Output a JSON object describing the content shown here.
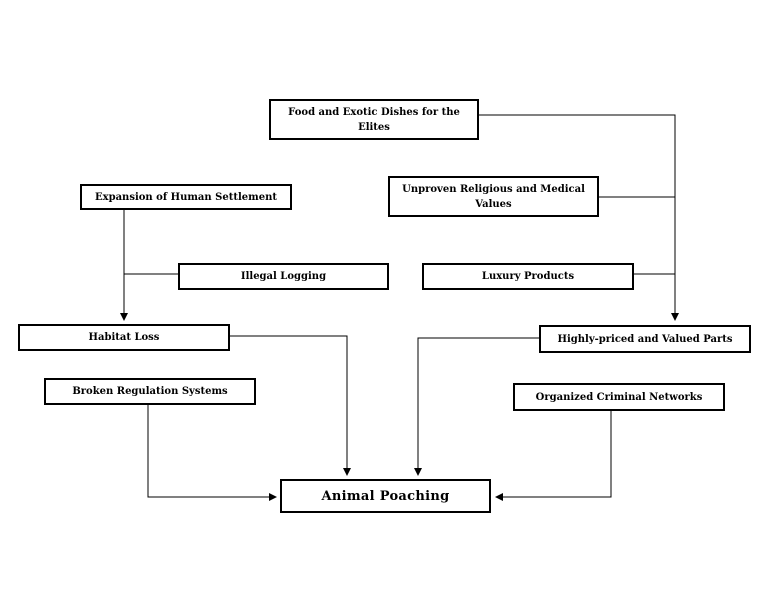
{
  "diagram": {
    "nodes": {
      "food_exotic": "Food and Exotic Dishes for the Elites",
      "expansion": "Expansion of Human Settlement",
      "unproven": "Unproven Religious and Medical Values",
      "illegal_logging": "Illegal Logging",
      "luxury": "Luxury Products",
      "habitat_loss": "Habitat Loss",
      "highly_priced": "Highly-priced and Valued Parts",
      "broken_regulation": "Broken Regulation Systems",
      "organized_criminal": "Organized Criminal Networks",
      "animal_poaching": "Animal Poaching"
    },
    "connections": [
      {
        "from": "food_exotic",
        "to": "highly_priced"
      },
      {
        "from": "unproven",
        "to": "highly_priced"
      },
      {
        "from": "luxury",
        "to": "highly_priced"
      },
      {
        "from": "expansion",
        "to": "habitat_loss"
      },
      {
        "from": "illegal_logging",
        "to": "habitat_loss"
      },
      {
        "from": "habitat_loss",
        "to": "animal_poaching"
      },
      {
        "from": "highly_priced",
        "to": "animal_poaching"
      },
      {
        "from": "broken_regulation",
        "to": "animal_poaching"
      },
      {
        "from": "organized_criminal",
        "to": "animal_poaching"
      }
    ]
  }
}
